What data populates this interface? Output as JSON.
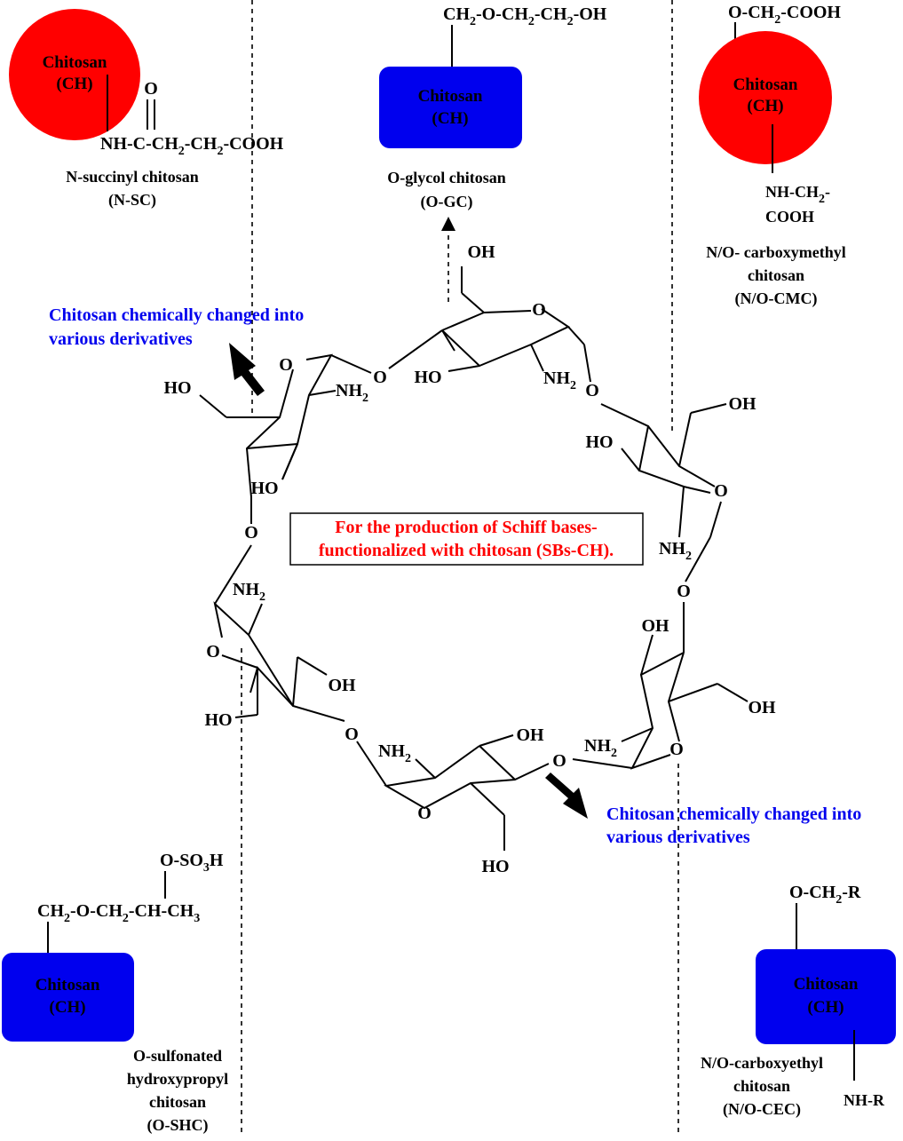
{
  "colors": {
    "red_shape": "#ff0000",
    "blue_shape": "#0000ee",
    "blue_text": "#0000ee",
    "red_text": "#ff0000"
  },
  "chitosan": {
    "name": "Chitosan",
    "abbr": "(CH)"
  },
  "derivatives": {
    "n_sc": {
      "name": "N-succinyl chitosan",
      "abbr": "(N-SC)",
      "carbonyl_o": "O",
      "chain": "NH-C-CH2-CH2-COOH"
    },
    "o_gc": {
      "name": "O-glycol chitosan",
      "abbr": "(O-GC)",
      "chain": "CH2-O-CH2-CH2-OH"
    },
    "n_o_cmc": {
      "name_1": "N/O- carboxymethyl",
      "name_2": "chitosan",
      "abbr": "(N/O-CMC)",
      "top_chain": "O-CH2-COOH",
      "bottom_1": "NH-CH2-",
      "bottom_2": "COOH"
    },
    "o_shc": {
      "name_1": "O-sulfonated",
      "name_2": "hydroxypropyl",
      "name_3": "chitosan",
      "abbr": "(O-SHC)",
      "top_group": "O-SO3H",
      "chain": "CH2-O-CH2-CH-CH3"
    },
    "n_o_cec": {
      "name_1": "N/O-carboxyethyl",
      "name_2": "chitosan",
      "abbr": "(N/O-CEC)",
      "top_chain": "O-CH2-R",
      "bottom": "NH-R"
    }
  },
  "notes": {
    "changed_1": "Chitosan chemically changed into",
    "changed_2": "various derivatives",
    "center_1": "For the production of Schiff bases-",
    "center_2": "functionalized with chitosan (SBs-CH)."
  },
  "atoms": {
    "oxygen": "O",
    "hydroxyl": "OH",
    "hydroxyl_left": "HO",
    "amine": "NH2"
  }
}
